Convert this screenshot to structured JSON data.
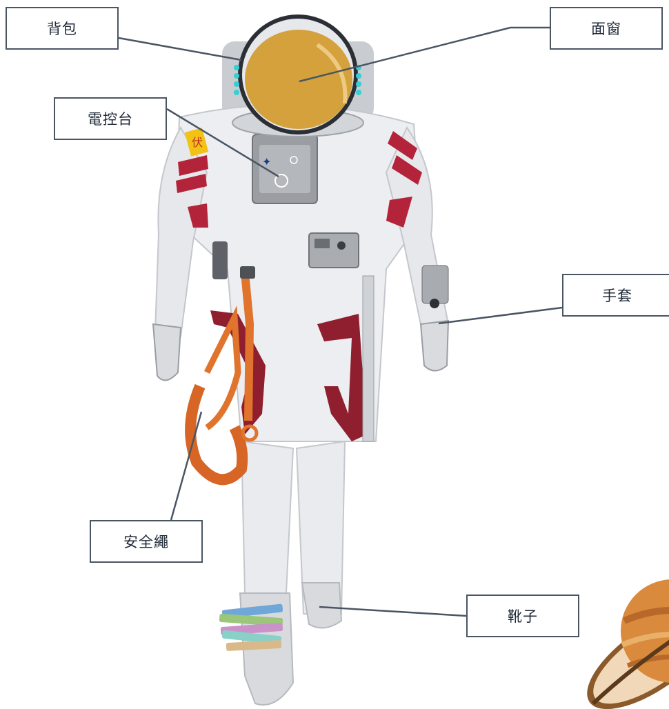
{
  "labels": {
    "backpack": "背包",
    "visor": "面窗",
    "console": "電控台",
    "glove": "手套",
    "tether": "安全繩",
    "boot": "靴子"
  },
  "colors": {
    "suit": "#e4e6ea",
    "visor": "#d4a13c",
    "stripe_red": "#b3243a",
    "tether_orange": "#e0742c",
    "leader_line": "#4a5563",
    "planet": "#d98a3d"
  },
  "patch_text": "伏"
}
